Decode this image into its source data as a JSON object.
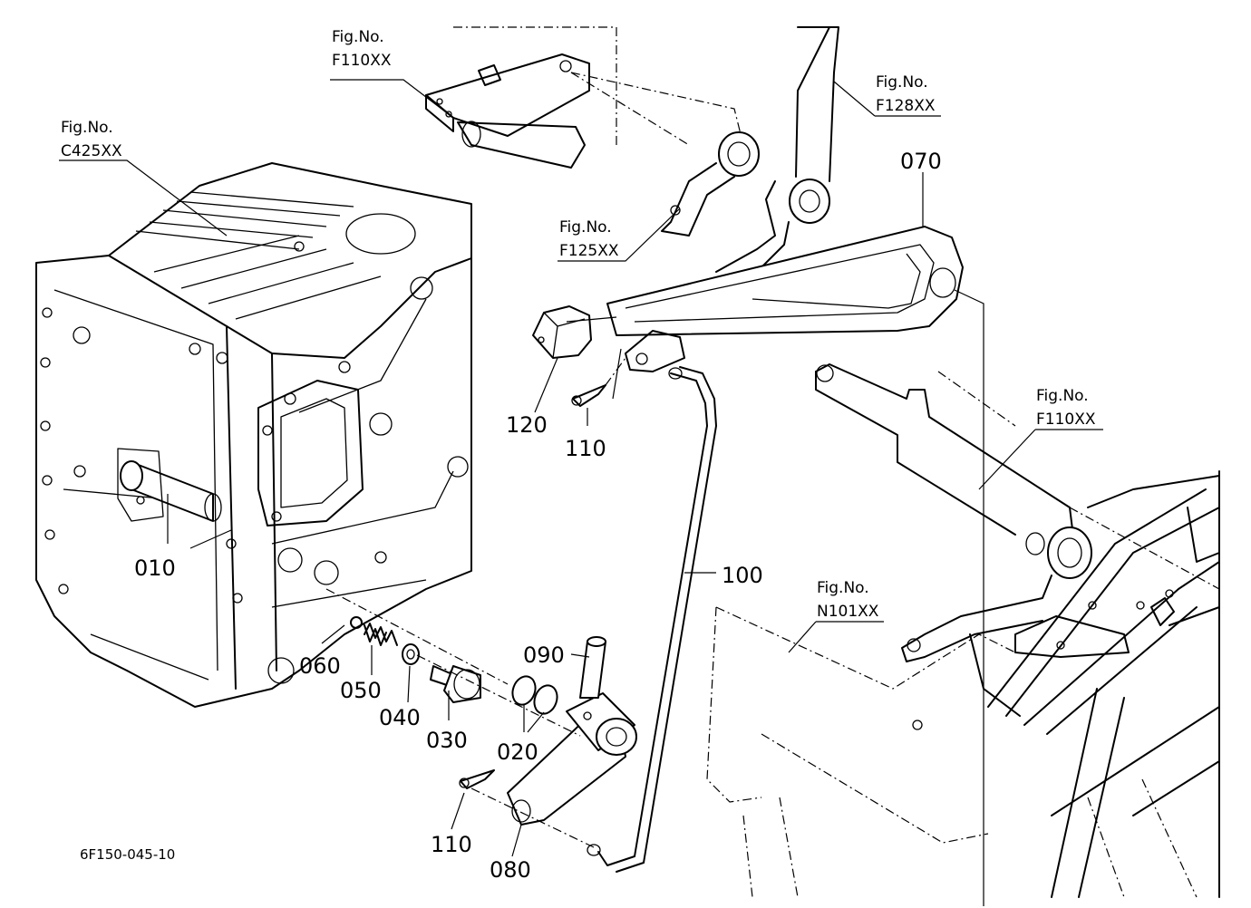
{
  "diagram_code": "6F150-045-10",
  "fig_refs": [
    {
      "line1": "Fig.No.",
      "line2": "F110XX"
    },
    {
      "line1": "Fig.No.",
      "line2": "C425XX"
    },
    {
      "line1": "Fig.No.",
      "line2": "F128XX"
    },
    {
      "line1": "Fig.No.",
      "line2": "F125XX"
    },
    {
      "line1": "Fig.No.",
      "line2": "F110XX"
    },
    {
      "line1": "Fig.No.",
      "line2": "N101XX"
    }
  ],
  "parts": [
    "010",
    "020",
    "030",
    "040",
    "050",
    "060",
    "070",
    "080",
    "090",
    "100",
    "110",
    "110",
    "120"
  ]
}
